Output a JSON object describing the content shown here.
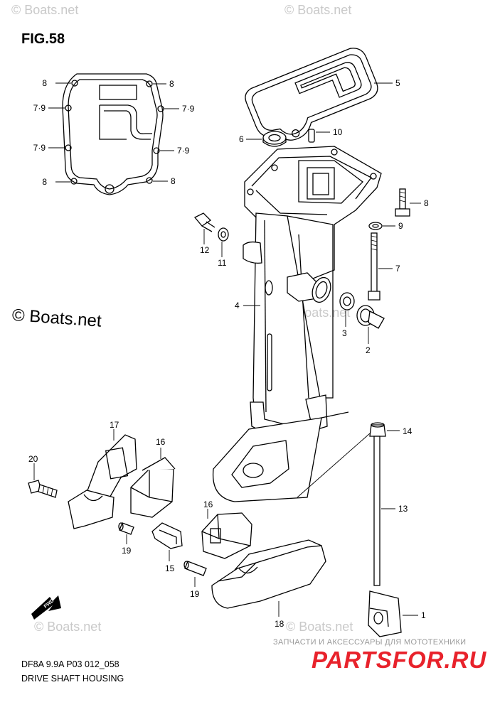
{
  "figure": {
    "title": "FIG.58",
    "diagram_code": "DF8A 9.9A P03 012_058",
    "subtitle": "DRIVE SHAFT HOUSING"
  },
  "watermarks": {
    "small": "© Boats.net",
    "large": "© Boats.net"
  },
  "branding": {
    "tagline": "ЗАПЧАСТИ И АКСЕССУАРЫ ДЛЯ МОТОТЕХНИКИ",
    "logo": "PARTSFOR.RU"
  },
  "direction_marker": "FWD",
  "callouts": {
    "c1": "1",
    "c2": "2",
    "c3": "3",
    "c4": "4",
    "c5": "5",
    "c6": "6",
    "c7": "7",
    "c8_right": "8",
    "c9_right": "9",
    "c10": "10",
    "c11": "11",
    "c12": "12",
    "c13": "13",
    "c14": "14",
    "c15": "15",
    "c16_top": "16",
    "c16_bottom": "16",
    "c17": "17",
    "c18": "18",
    "c19_left": "19",
    "c19_bottom": "19",
    "c20": "20",
    "g8_tl": "8",
    "g8_tr": "8",
    "g8_bl": "8",
    "g8_br": "8",
    "g79_l1": "7·9",
    "g79_l2": "7·9",
    "g79_r1": "7·9",
    "g79_r2": "7·9"
  }
}
